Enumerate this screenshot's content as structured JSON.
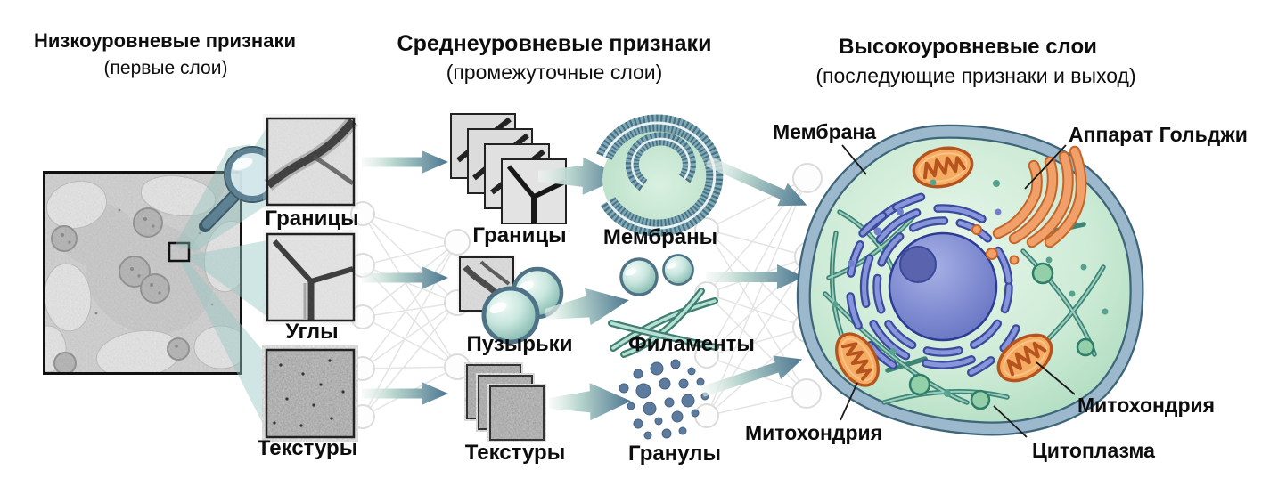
{
  "diagram_type": "cnn-feature-hierarchy-on-cell-microscopy",
  "low": {
    "title": "Низкоуровневые признаки",
    "subtitle": "(первые слои)",
    "labels": {
      "edges": "Границы",
      "corners": "Углы",
      "textures": "Текстуры"
    }
  },
  "mid": {
    "title": "Среднеуровневые признаки",
    "subtitle": "(промежуточные слои)",
    "rows": [
      {
        "input": "Границы",
        "output": "Мембраны"
      },
      {
        "input": "Пузырьки",
        "output": "Филаменты"
      },
      {
        "input": "Текстуры",
        "output": "Гранулы"
      }
    ]
  },
  "high": {
    "title": "Высокоуровневые слои",
    "subtitle": "(последующие признаки и выход)",
    "labels": {
      "membrane": "Мембрана",
      "golgi": "Аппарат Гольджи",
      "mitochondrion_left": "Митохондрия",
      "mitochondrion_right": "Митохондрия",
      "cytoplasm": "Цитоплазма"
    }
  },
  "icons": [
    "microscopy-image",
    "magnifier-icon",
    "edge-patch",
    "corner-patch",
    "texture-patch",
    "stacked-edges-icon",
    "membrane-icon",
    "vesicles-icon",
    "filaments-icon",
    "stacked-textures-icon",
    "granules-icon",
    "cell-illustration",
    "nucleus",
    "nucleolus",
    "mitochondrion",
    "golgi-apparatus",
    "neural-net-connections"
  ],
  "colors": {
    "arrow_slate": "#4c7690",
    "arrow_tail": "#e9f2ee",
    "beam_teal": "rgba(150,200,195,0.45)",
    "net_gray": "#e3e3e3",
    "cell_fill": "#cdebd6",
    "membrane_band": "#9cb8cd",
    "membrane_line": "#3f6579",
    "nucleus": "#7e8ad0",
    "nucleolus": "#5a63ad",
    "er_blue": "#8995da",
    "mitochondria": "#f0a055",
    "mitochondria_line": "#b5541e",
    "golgi": "#f0a068",
    "filament_teal": "#3f8576",
    "granule_blue": "#5c7b9e",
    "text": "#0d0d0d"
  }
}
